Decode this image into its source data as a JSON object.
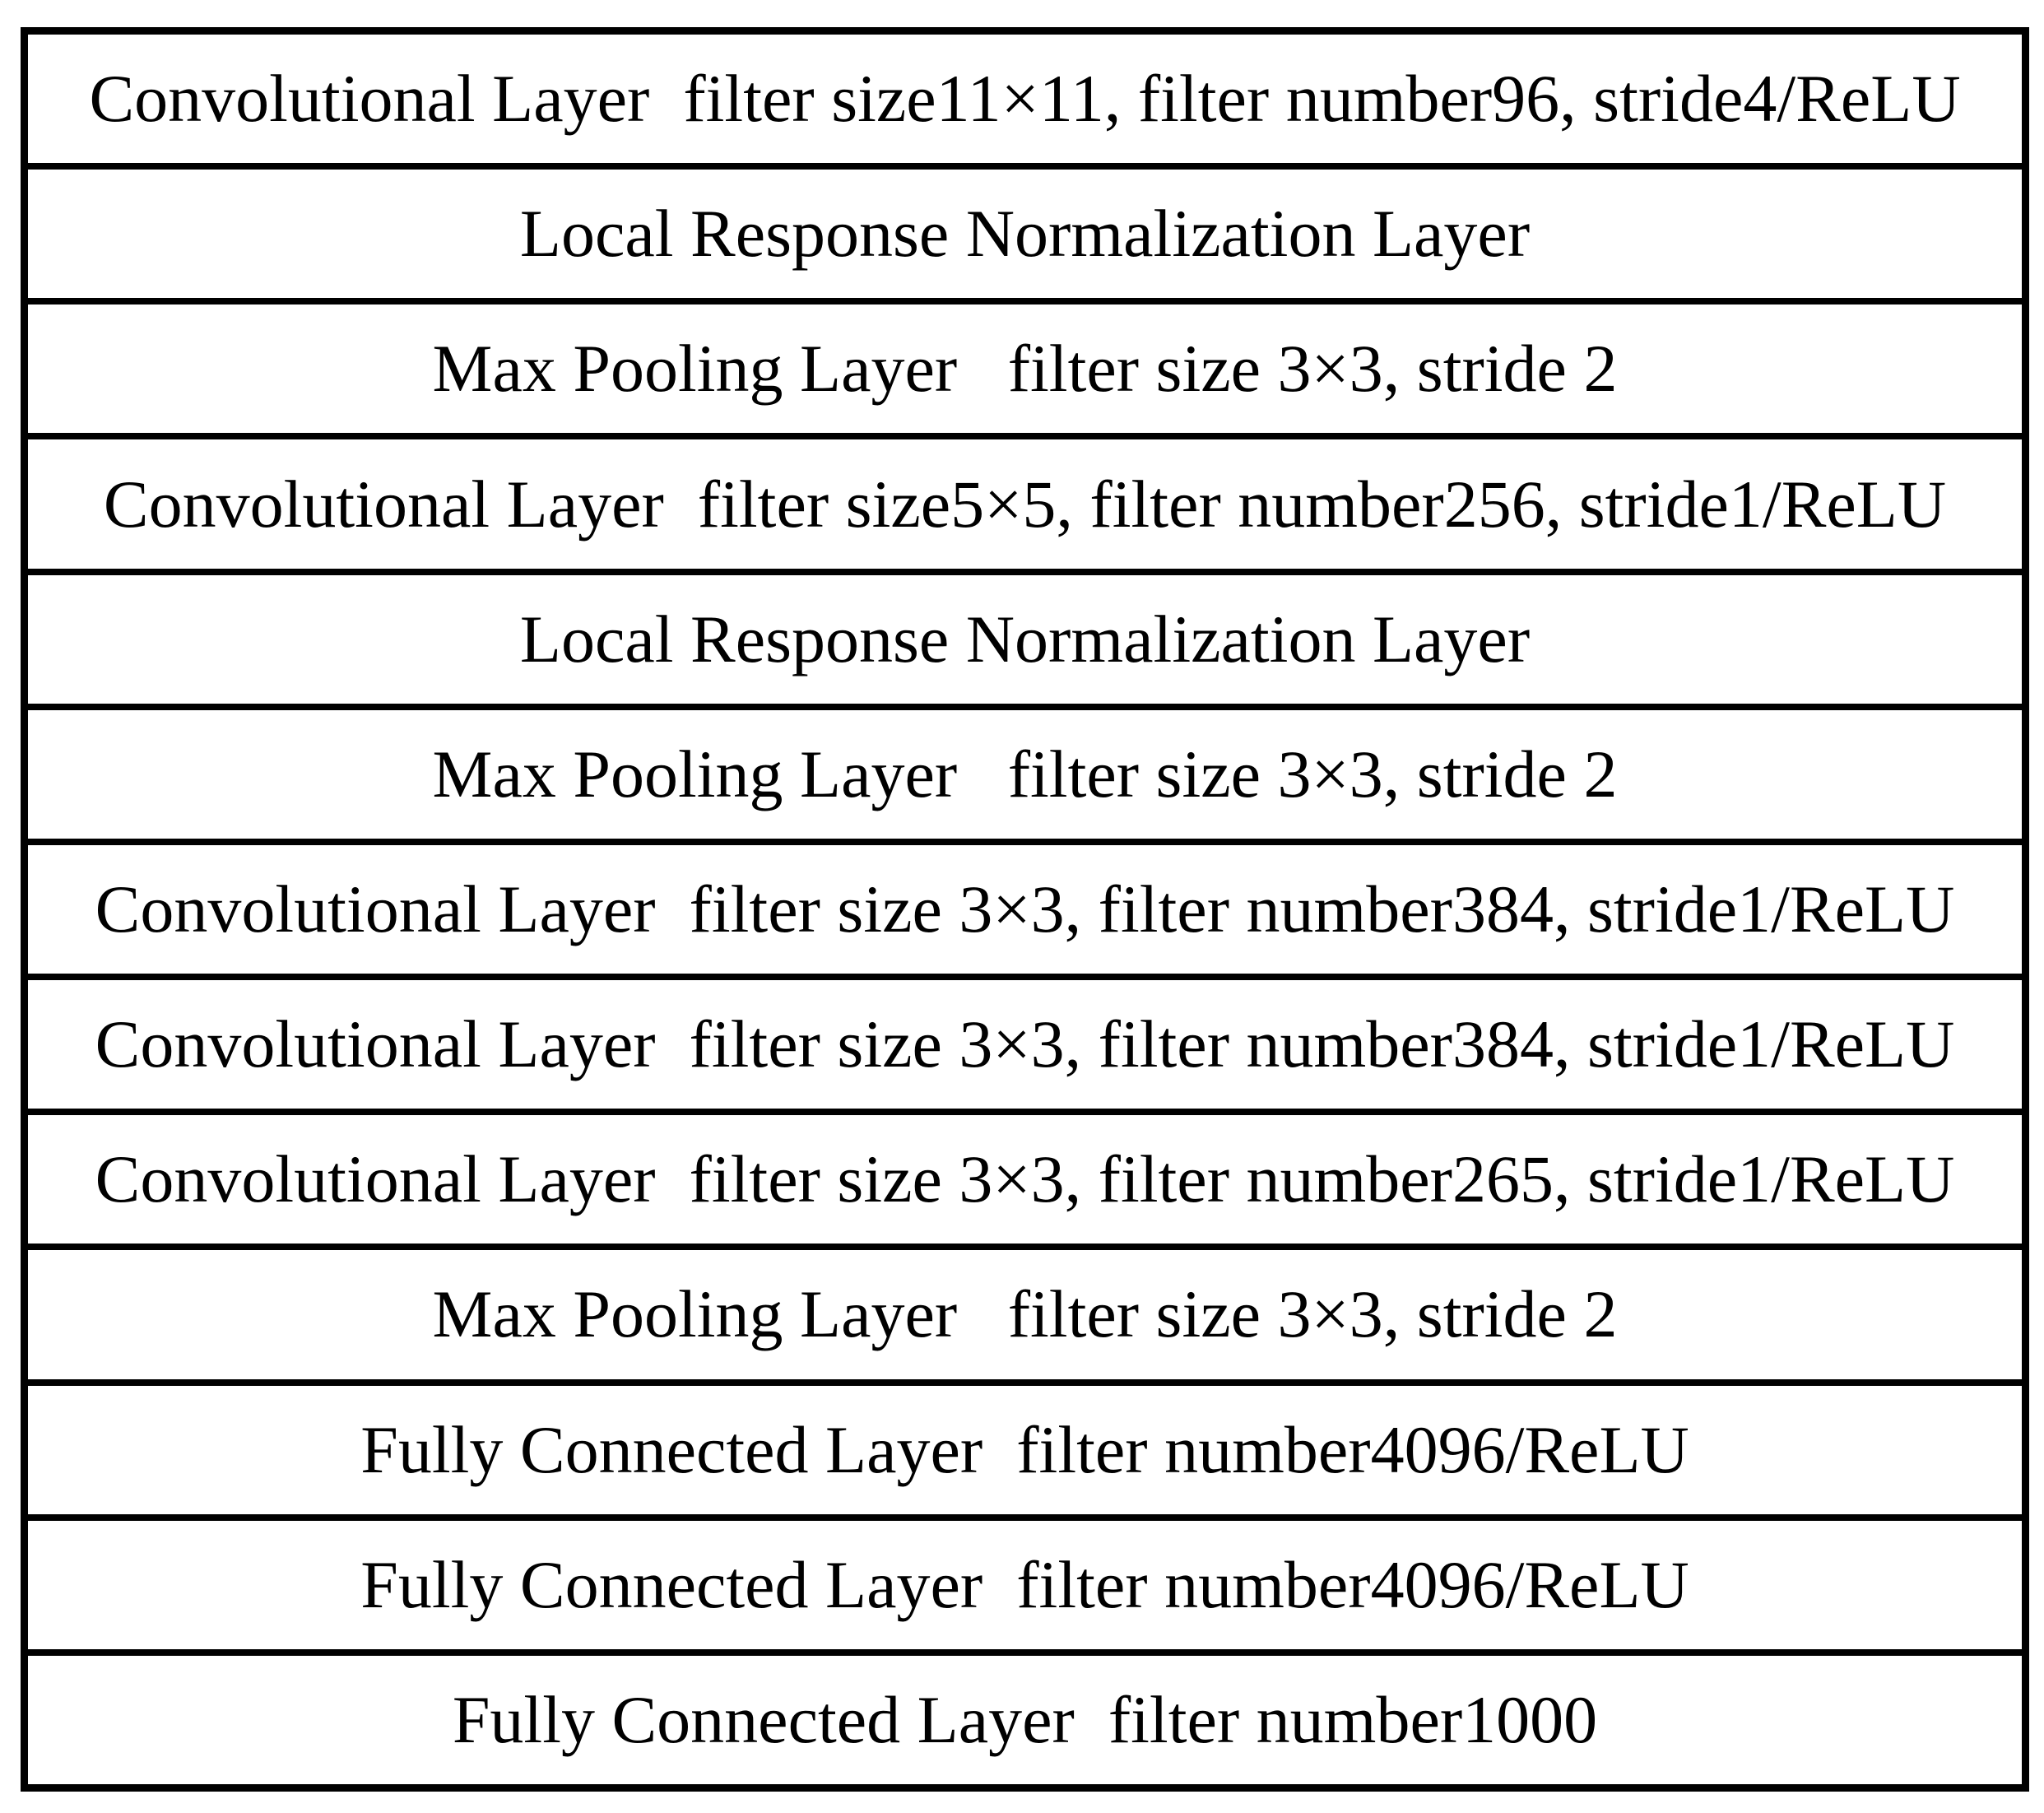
{
  "figure": {
    "type": "cnn-architecture-stack",
    "colors": {
      "border": "#000000",
      "text": "#000000",
      "background": "#ffffff"
    }
  },
  "layers": [
    "Convolutional Layer  filter size11×11, filter number96, stride4/ReLU",
    "Local Response Normalization Layer",
    "Max Pooling Layer   filter size 3×3, stride 2",
    "Convolutional Layer  filter size5×5, filter number256, stride1/ReLU",
    "Local Response Normalization Layer",
    "Max Pooling Layer   filter size 3×3, stride 2",
    "Convolutional Layer  filter size 3×3, filter number384, stride1/ReLU",
    "Convolutional Layer  filter size 3×3, filter number384, stride1/ReLU",
    "Convolutional Layer  filter size 3×3, filter number265, stride1/ReLU",
    "Max Pooling Layer   filter size 3×3, stride 2",
    "Fully Connected Layer  filter number4096/ReLU",
    "Fully Connected Layer  filter number4096/ReLU",
    "Fully Connected Layer  filter number1000"
  ]
}
